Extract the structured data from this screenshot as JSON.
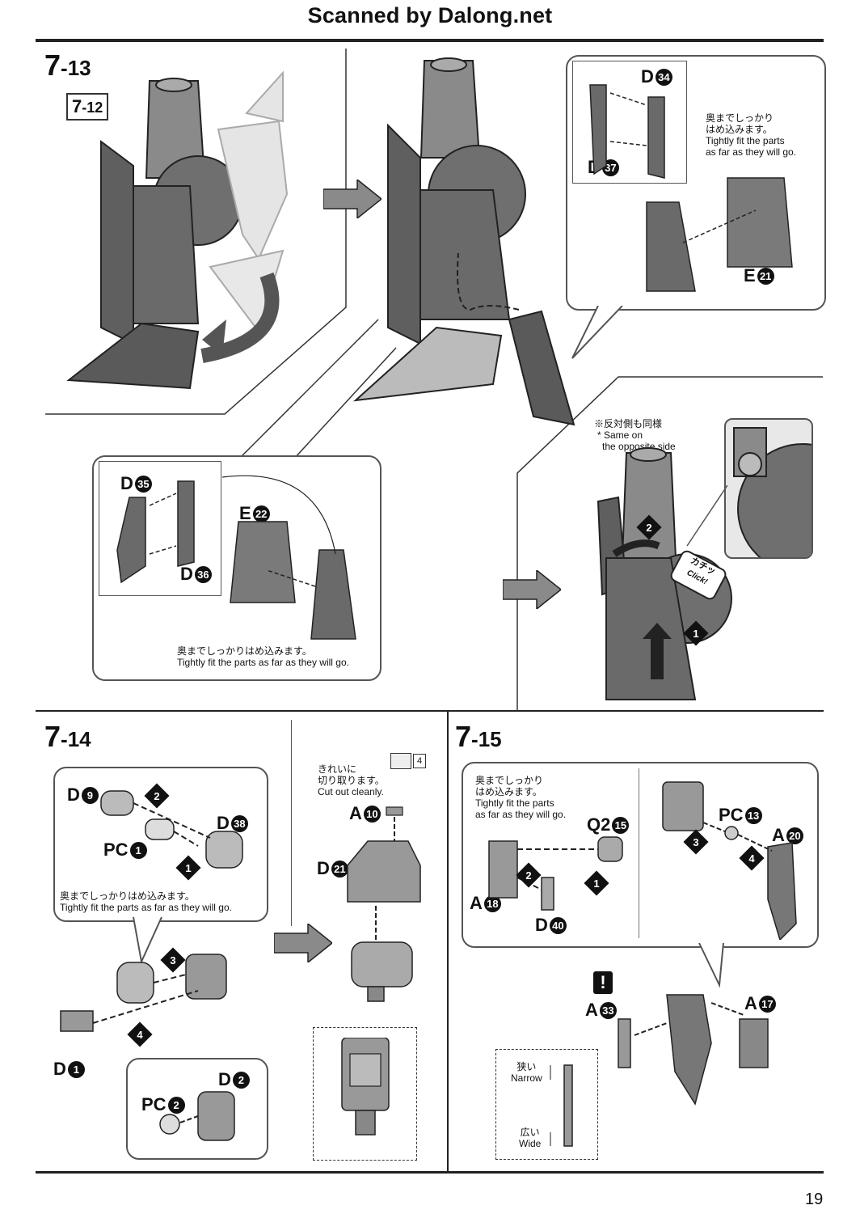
{
  "header": {
    "title": "Scanned by Dalong.net"
  },
  "page_number": "19",
  "step_7_13": {
    "step_major": "7",
    "step_minor": "-13",
    "ref_major": "7",
    "ref_minor": "-12",
    "callout_top": {
      "part_a": "D",
      "part_a_num": "34",
      "part_b": "D",
      "part_b_num": "37",
      "part_c": "E",
      "part_c_num": "21",
      "note_jp_1": "奥までしっかり",
      "note_jp_2": "はめ込みます。",
      "note_en_1": "Tightly fit the parts",
      "note_en_2": "as far as they will go."
    },
    "callout_bottom": {
      "part_a": "D",
      "part_a_num": "35",
      "part_b": "D",
      "part_b_num": "36",
      "part_c": "E",
      "part_c_num": "22",
      "note_jp": "奥までしっかりはめ込みます。",
      "note_en": "Tightly fit the parts as far as they will go."
    },
    "opposite_note_jp": "※反対側も同様",
    "opposite_note_en_1": "* Same on",
    "opposite_note_en_2": "the opposite side",
    "click_jp": "カチッ",
    "click_en": "Click!",
    "marker_1": "1",
    "marker_2": "2"
  },
  "step_7_14": {
    "step_major": "7",
    "step_minor": "-14",
    "part_d9": "D",
    "part_d9_num": "9",
    "part_d38": "D",
    "part_d38_num": "38",
    "part_pc1": "PC",
    "part_pc1_num": "1",
    "part_d1": "D",
    "part_d1_num": "1",
    "part_d2": "D",
    "part_d2_num": "2",
    "part_pc2": "PC",
    "part_pc2_num": "2",
    "part_a10": "A",
    "part_a10_num": "10",
    "part_d21": "D",
    "part_d21_num": "21",
    "note_jp": "奥までしっかりはめ込みます。",
    "note_en": "Tightly fit the parts as far as they will go.",
    "cut_jp_1": "きれいに",
    "cut_jp_2": "切り取ります。",
    "cut_en": "Cut out cleanly.",
    "tool_num": "4",
    "markers": [
      "1",
      "2",
      "3",
      "4"
    ]
  },
  "step_7_15": {
    "step_major": "7",
    "step_minor": "-15",
    "note_jp_1": "奥までしっかり",
    "note_jp_2": "はめ込みます。",
    "note_en_1": "Tightly fit the parts",
    "note_en_2": "as far as they will go.",
    "part_q2": "Q2",
    "part_q2_num": "15",
    "part_a18": "A",
    "part_a18_num": "18",
    "part_d40": "D",
    "part_d40_num": "40",
    "part_pc13": "PC",
    "part_pc13_num": "13",
    "part_a20": "A",
    "part_a20_num": "20",
    "part_a33": "A",
    "part_a33_num": "33",
    "part_a17": "A",
    "part_a17_num": "17",
    "narrow_jp": "狭い",
    "narrow_en": "Narrow",
    "wide_jp": "広い",
    "wide_en": "Wide",
    "warning": "!",
    "markers": [
      "1",
      "2",
      "3",
      "4"
    ]
  },
  "colors": {
    "part_fill": "#7d7d7d",
    "part_light": "#bdbdbd",
    "ink": "#111111",
    "arrow_grey": "#8a8a8a"
  }
}
